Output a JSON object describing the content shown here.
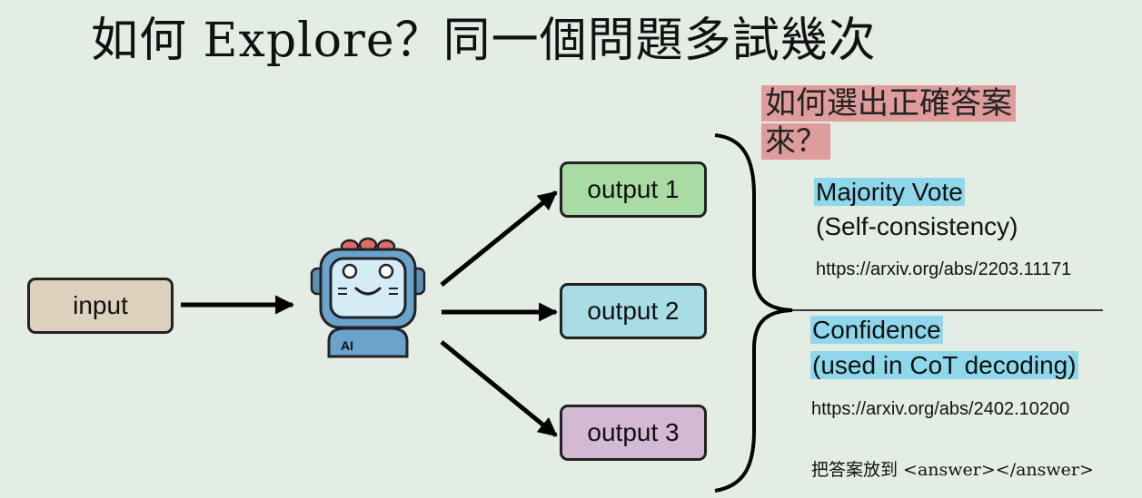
{
  "title": "如何 Explore？同一個問題多試幾次",
  "nodes": {
    "input": "input",
    "output1": "output 1",
    "output2": "output 2",
    "output3": "output 3",
    "robot_badge": "AI"
  },
  "question": {
    "line1": "如何選出正確答案",
    "line2": "來？"
  },
  "methods": {
    "majority_vote": "Majority Vote",
    "majority_vote_sub": "(Self-consistency)",
    "majority_vote_url": "https://arxiv.org/abs/2203.11171",
    "confidence": "Confidence",
    "confidence_sub": "(used in CoT decoding)",
    "confidence_url": "https://arxiv.org/abs/2402.10200",
    "answer_tag_note": "把答案放到 <answer></answer>"
  },
  "colors": {
    "background": "#e4ede3",
    "input_box": "#ddd0bd",
    "output1_box": "#a9dca4",
    "output2_box": "#a9dde6",
    "output3_box": "#d4b9d4",
    "question_highlight": "#de9c9c",
    "method_highlight": "#8fd8ec"
  }
}
